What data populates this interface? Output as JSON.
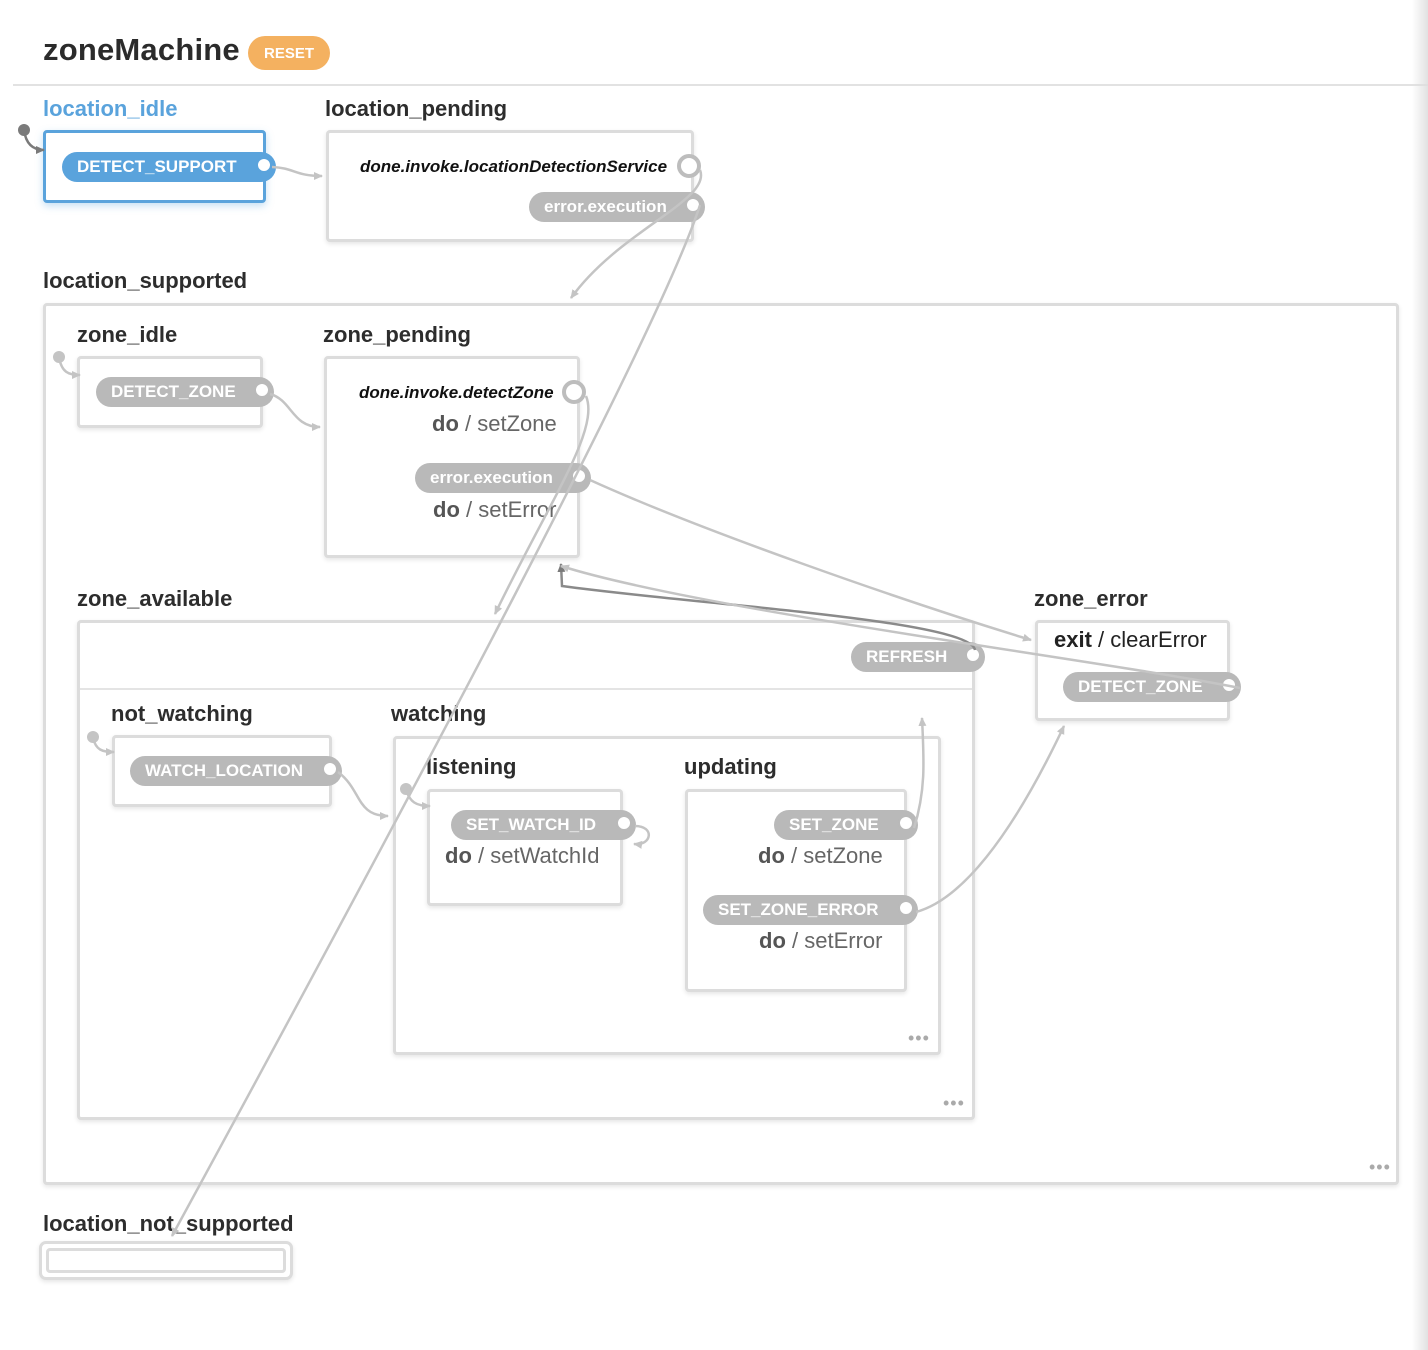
{
  "machine": {
    "title": "zoneMachine",
    "reset_label": "RESET"
  },
  "states": {
    "location_idle": {
      "label": "location_idle",
      "event": "DETECT_SUPPORT"
    },
    "location_pending": {
      "label": "location_pending",
      "event_done": "done.invoke.locationDetectionService",
      "event_error": "error.execution"
    },
    "location_supported": {
      "label": "location_supported",
      "more": "•••"
    },
    "zone_idle": {
      "label": "zone_idle",
      "event": "DETECT_ZONE"
    },
    "zone_pending": {
      "label": "zone_pending",
      "event_done": "done.invoke.detectZone",
      "done_action_kw": "do",
      "done_action_name": "setZone",
      "event_error": "error.execution",
      "error_action_kw": "do",
      "error_action_name": "setError"
    },
    "zone_available": {
      "label": "zone_available",
      "event": "REFRESH",
      "more": "•••"
    },
    "not_watching": {
      "label": "not_watching",
      "event": "WATCH_LOCATION"
    },
    "watching": {
      "label": "watching",
      "more": "•••"
    },
    "listening": {
      "label": "listening",
      "event": "SET_WATCH_ID",
      "action_kw": "do",
      "action_name": "setWatchId"
    },
    "updating": {
      "label": "updating",
      "event_zone": "SET_ZONE",
      "zone_action_kw": "do",
      "zone_action_name": "setZone",
      "event_error": "SET_ZONE_ERROR",
      "error_action_kw": "do",
      "error_action_name": "setError"
    },
    "zone_error": {
      "label": "zone_error",
      "exit_kw": "exit",
      "exit_action_name": "clearError",
      "event": "DETECT_ZONE"
    },
    "location_not_supported": {
      "label": "location_not_supported"
    }
  },
  "colors": {
    "active": "#5aa3dc",
    "event_pill": "#b9b9b9",
    "reset": "#f4b160",
    "border": "#dcdcdc",
    "edge": "#c4c4c4"
  }
}
